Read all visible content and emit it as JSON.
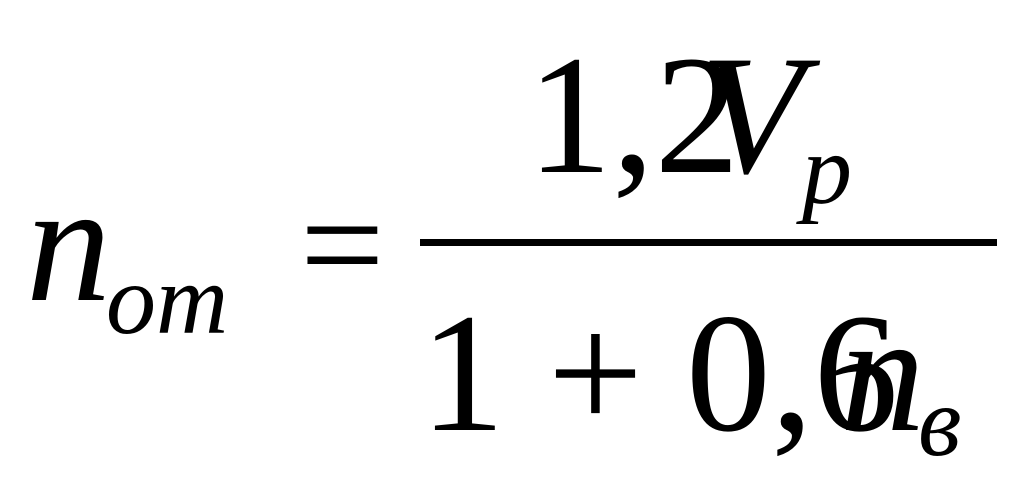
{
  "formula": {
    "lhs": {
      "variable": "n",
      "subscript": "от"
    },
    "equals": "=",
    "numerator": {
      "coefficient": "1,2",
      "variable": "V",
      "subscript": "p"
    },
    "denominator": {
      "expression": "1 + 0,6",
      "variable": "n",
      "subscript": "в"
    }
  }
}
